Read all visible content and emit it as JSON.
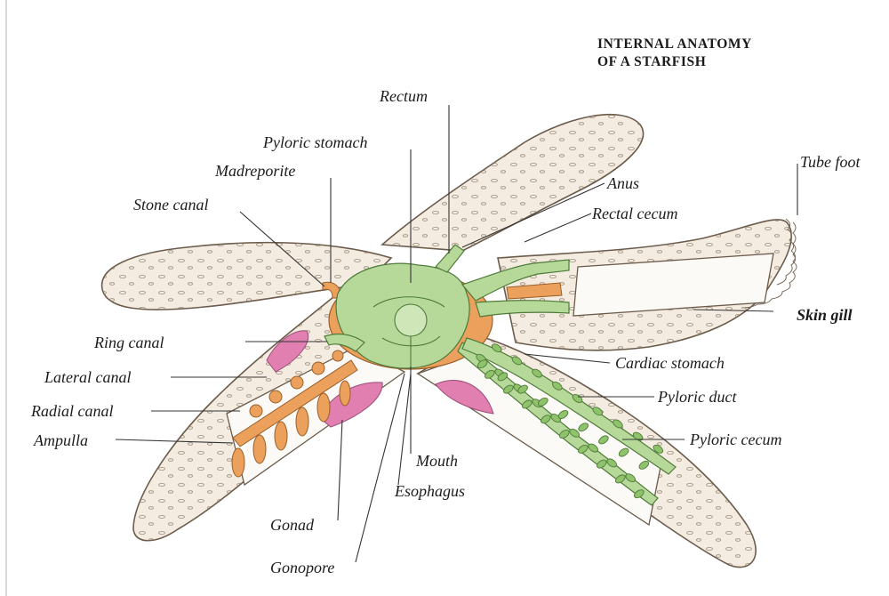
{
  "diagram": {
    "title_line1": "INTERNAL ANATOMY",
    "title_line2": "OF A STARFISH"
  },
  "labels": {
    "rectum": "Rectum",
    "pyloric_stomach": "Pyloric stomach",
    "madreporite": "Madreporite",
    "stone_canal": "Stone canal",
    "anus": "Anus",
    "rectal_cecum": "Rectal cecum",
    "tube_foot": "Tube foot",
    "skin_gill": "Skin gill",
    "ring_canal": "Ring canal",
    "lateral_canal": "Lateral canal",
    "radial_canal": "Radial canal",
    "ampulla": "Ampulla",
    "cardiac_stomach": "Cardiac stomach",
    "pyloric_duct": "Pyloric duct",
    "pyloric_cecum": "Pyloric cecum",
    "mouth": "Mouth",
    "esophagus": "Esophagus",
    "gonad": "Gonad",
    "gonopore": "Gonopore"
  },
  "colors": {
    "body_skin": "#f4ece0",
    "body_outline": "#6b5b4b",
    "digestive_green": "#b6d99a",
    "gonad_pink": "#e07fb0",
    "water_vascular_orange": "#eba15c",
    "leader_line": "#333333"
  }
}
